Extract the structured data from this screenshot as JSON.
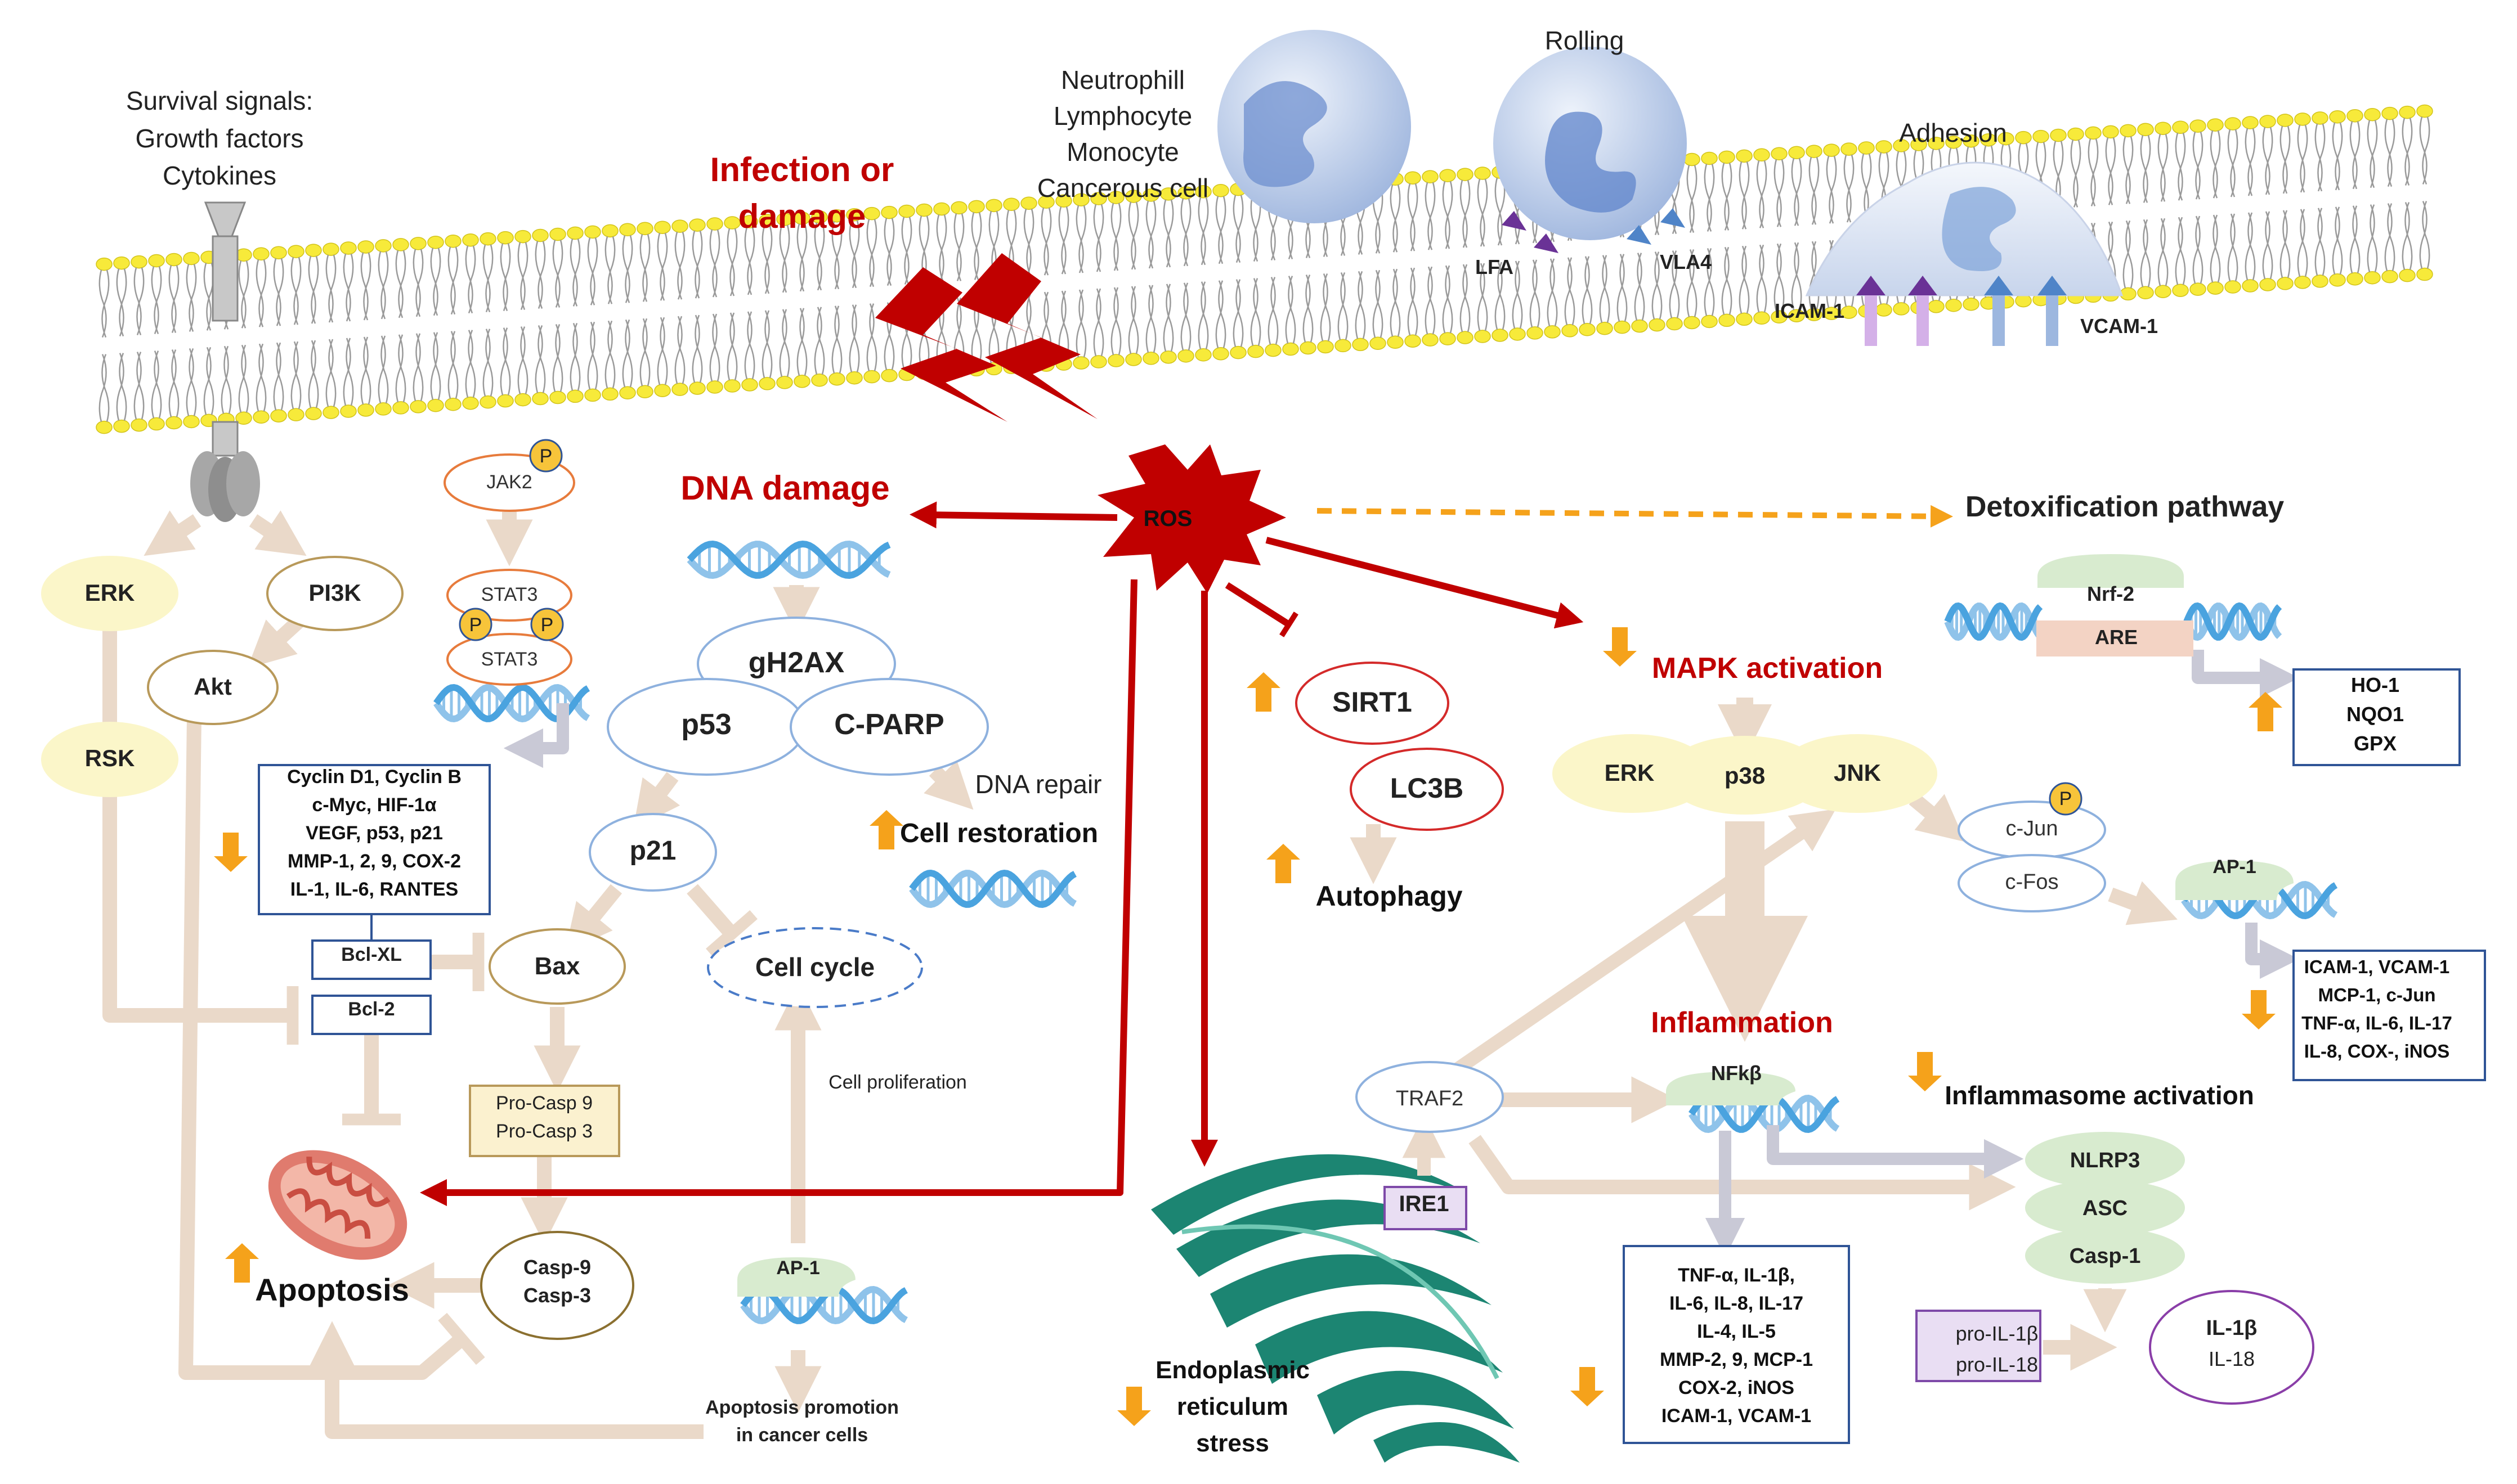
{
  "survival_signals": [
    "Survival signals:",
    "Growth factors",
    "Cytokines"
  ],
  "cell_types": [
    "Neutrophill",
    "Lymphocyte",
    "Monocyte",
    "Cancerous cell"
  ],
  "rolling_label": "Rolling",
  "adhesion_label": "Adhesion",
  "receptor_labels": {
    "lfa": "LFA",
    "vla4": "VLA4",
    "icam1": "ICAM-1",
    "vcam1": "VCAM-1"
  },
  "infection_label": [
    "Infection or",
    "damage"
  ],
  "ros": "ROS",
  "dna_damage": "DNA damage",
  "detox_pathway": "Detoxification pathway",
  "nodes": {
    "erk_left": "ERK",
    "pi3k": "PI3K",
    "akt": "Akt",
    "rsk": "RSK",
    "jak2": "JAK2",
    "stat3": "STAT3",
    "p": "P",
    "gh2ax": "gH2AX",
    "p53": "p53",
    "cparp": "C-PARP",
    "p21": "p21",
    "bax": "Bax",
    "cell_cycle": "Cell cycle",
    "sirt1": "SIRT1",
    "lc3b": "LC3B",
    "erk_right": "ERK",
    "p38": "p38",
    "jnk": "JNK",
    "cjun": "c-Jun",
    "cfos": "c-Fos",
    "traf2": "TRAF2",
    "ire1": "IRE1",
    "nfkb": "NFkβ",
    "nrf2": "Nrf-2",
    "are": "ARE",
    "ap1": "AP-1",
    "nlrp3": "NLRP3",
    "asc": "ASC",
    "casp1": "Casp-1",
    "il1b": "IL-1β",
    "il18": "IL-18",
    "bclxl": "Bcl-XL",
    "bcl2": "Bcl-2",
    "casp9": "Casp-9",
    "casp3": "Casp-3"
  },
  "boxes": {
    "genes_left": [
      "Cyclin D1, Cyclin B",
      "c-Myc, HIF-1α",
      "VEGF, p53, p21",
      "MMP-1, 2, 9, COX-2",
      "IL-1, IL-6, RANTES"
    ],
    "procasp": [
      "Pro-Casp 9",
      "Pro-Casp 3"
    ],
    "ho1": [
      "HO-1",
      "NQO1",
      "GPX"
    ],
    "icam_box": [
      "ICAM-1, VCAM-1",
      "MCP-1, c-Jun",
      "TNF-α, IL-6, IL-17",
      "IL-8, COX-, iNOS"
    ],
    "cytokines": [
      "TNF-α, IL-1β,",
      "IL-6, IL-8, IL-17",
      "IL-4, IL-5",
      "MMP-2, 9, MCP-1",
      "COX-2, iNOS",
      "ICAM-1, VCAM-1"
    ],
    "pro_il": [
      "pro-IL-1β",
      "pro-IL-18"
    ]
  },
  "labels": {
    "dna_repair": "DNA repair",
    "cell_restoration": "Cell restoration",
    "autophagy": "Autophagy",
    "mapk": "MAPK activation",
    "inflammation": "Inflammation",
    "inflammasome": "Inflammasome activation",
    "apoptosis": "Apoptosis",
    "cell_proliferation": "Cell proliferation",
    "apoptosis_promotion": [
      "Apoptosis promotion",
      "in cancer cells"
    ],
    "er_stress": [
      "Endoplasmic",
      "reticulum",
      "stress"
    ]
  },
  "colors": {
    "dark_red": "#c00000",
    "orange": "#f5a21b",
    "beige_arrow": "#ead9c9",
    "membrane_yellow": "#f7ea3a",
    "ellipse_blue": "#8eb1de",
    "ellipse_tan": "#b8995a",
    "ellipse_red": "#d42a2a",
    "box_blue": "#2f5496",
    "yellow_fill": "#fbf6c9",
    "green_fill": "#d8ebcf",
    "dna_blue": "#8fc3ea",
    "er_green": "#1c8572"
  }
}
